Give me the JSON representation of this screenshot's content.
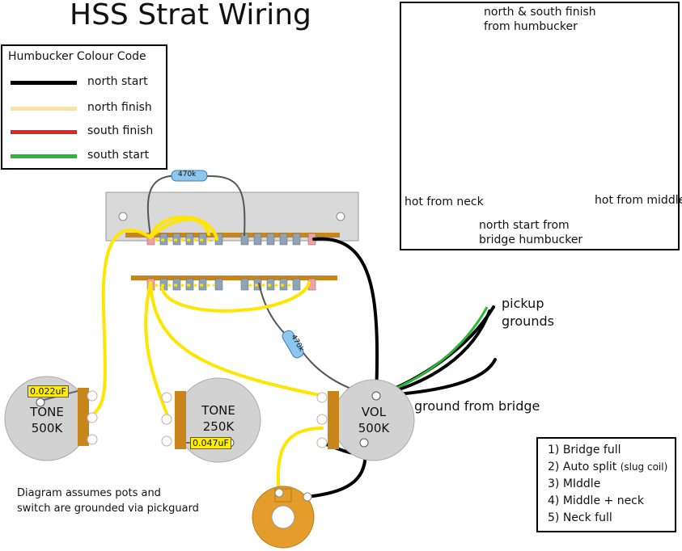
{
  "title": "HSS Strat Wiring",
  "legend": {
    "title": "Humbucker Colour Code",
    "items": [
      {
        "label": "north start",
        "color": "#000000"
      },
      {
        "label": "north finish",
        "color": "#f8e3b0"
      },
      {
        "label": "south finish",
        "color": "#e52521"
      },
      {
        "label": "south start",
        "color": "#29b833"
      }
    ]
  },
  "inset": {
    "label_north_south_finish": "north & south finish\nfrom humbucker",
    "label_hot_neck": "hot from neck",
    "label_north_start": "north start from\nbridge humbucker",
    "label_hot_middle": "hot from middle"
  },
  "resistors": {
    "top": "470k",
    "diagonal": "470k"
  },
  "pots": {
    "tone1": {
      "name": "TONE",
      "value": "500K"
    },
    "tone2": {
      "name": "TONE",
      "value": "250K"
    },
    "vol": {
      "name": "VOL",
      "value": "500K"
    }
  },
  "capacitors": {
    "cap1": "0.022uF",
    "cap2": "0.047uF"
  },
  "labels": {
    "pickup_grounds": "pickup\ngrounds",
    "ground_bridge": "ground from bridge",
    "note": "Diagram assumes pots and\nswitch are grounded via pickguard"
  },
  "positions": [
    {
      "text": "1) Bridge full",
      "extra": ""
    },
    {
      "text": "2) Auto split",
      "extra": "(slug coil)"
    },
    {
      "text": "3) MIddle",
      "extra": ""
    },
    {
      "text": "4) Middle + neck",
      "extra": ""
    },
    {
      "text": "5) Neck full",
      "extra": ""
    }
  ],
  "colors": {
    "yellow_wire": "#ffe600",
    "black_wire": "#000000",
    "grey_wire": "#555555",
    "switch_plate": "#d9d9d9",
    "rail": "#c8861a",
    "terminal": "#8fa3b3",
    "pot_body": "#d2d2d2",
    "jack": "#e49d2a"
  }
}
